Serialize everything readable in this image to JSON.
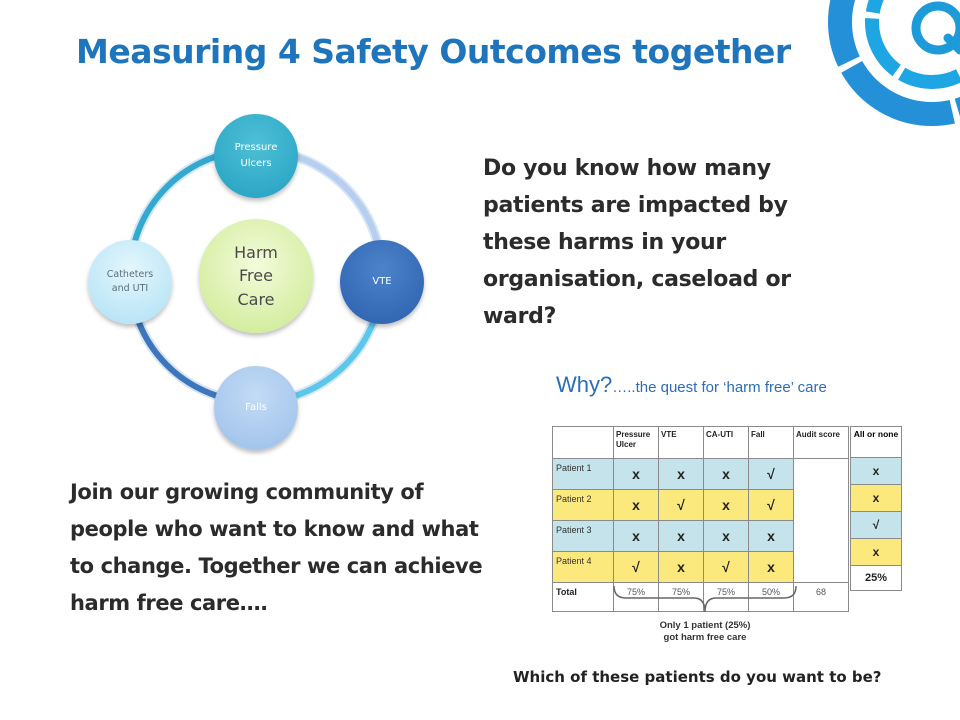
{
  "title": "Measuring 4 Safety Outcomes together",
  "cycle": {
    "center": [
      "Harm",
      "Free",
      "Care"
    ],
    "pressure": [
      "Pressure",
      "Ulcers"
    ],
    "vte": "VTE",
    "falls": "Falls",
    "catheters": [
      "Catheters",
      "and UTI"
    ]
  },
  "question": "Do you know how many patients are impacted by these harms in your organisation, caseload or ward?",
  "join_text": "Join our growing community of people who want to know and what to change. Together we can achieve harm free care….",
  "why": {
    "big": "Why?",
    "small": "…..the quest for ‘harm free’ care"
  },
  "table": {
    "headers": [
      "Pressure Ulcer",
      "VTE",
      "CA-UTI",
      "Fall",
      "Audit score"
    ],
    "rows": [
      {
        "name": "Patient 1",
        "marks": [
          "x",
          "x",
          "x",
          "√"
        ]
      },
      {
        "name": "Patient 2",
        "marks": [
          "x",
          "√",
          "x",
          "√"
        ]
      },
      {
        "name": "Patient 3",
        "marks": [
          "x",
          "x",
          "x",
          "x"
        ]
      },
      {
        "name": "Patient 4",
        "marks": [
          "√",
          "x",
          "√",
          "x"
        ]
      }
    ],
    "total_label": "Total",
    "totals": [
      "75%",
      "75%",
      "75%",
      "50%",
      "68"
    ]
  },
  "all_or_none": {
    "header": "All or none",
    "values": [
      "x",
      "x",
      "√",
      "x"
    ],
    "total": "25%"
  },
  "only_line1": "Only 1 patient (25%)",
  "only_line2": "got harm free care",
  "which": "Which of these patients do you want to be?",
  "colors": {
    "title": "#1f75bc",
    "row_blue": "#c4e3ea",
    "row_yellow": "#fbe97d"
  }
}
